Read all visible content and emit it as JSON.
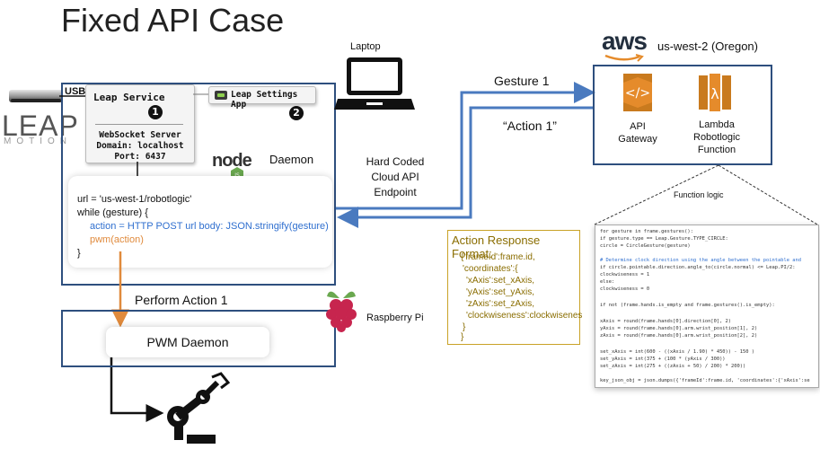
{
  "title": "Fixed API Case",
  "laptop": {
    "label": "Laptop",
    "usb_label": "USB"
  },
  "leap_motion": {
    "logo_text": "LEAP",
    "logo_subtext": "MOTION"
  },
  "leap_service": {
    "label": "Leap Service",
    "badge": "1",
    "server_title": "WebSocket Server",
    "domain": "Domain: localhost",
    "port": "Port: 6437"
  },
  "leap_settings": {
    "label": "Leap Settings App",
    "badge": "2"
  },
  "daemon": {
    "node_logo": "node",
    "label": "Daemon"
  },
  "code": {
    "line1": "url = 'us-west-1/robotlogic'",
    "line2": "while (gesture) {",
    "line3": "action = HTTP POST url body: JSON.stringify(gesture)",
    "line4": "pwm(action)",
    "line5": "}"
  },
  "endpoint_label": {
    "line1": "Hard Coded",
    "line2": "Cloud API",
    "line3": "Endpoint"
  },
  "gesture_label": "Gesture 1",
  "action_label": "“Action 1”",
  "aws": {
    "logo": "aws",
    "region": "us-west-2 (Oregon)",
    "api_gateway": {
      "line1": "API",
      "line2": "Gateway"
    },
    "lambda": {
      "line1": "Lambda",
      "line2": "Robotlogic",
      "line3": "Function"
    }
  },
  "function_logic_label": "Function logic",
  "response": {
    "title": "Action Response Format:",
    "lines": [
      "{'frameId':frame.id,",
      " 'coordinates':{",
      "  'xAxis':set_xAxis,",
      "  'yAxis':set_yAxis,",
      "  'zAxis':set_zAxis,",
      "  'clockwiseness':clockwisenes",
      " }",
      "}"
    ]
  },
  "perform_label": "Perform Action 1",
  "raspberry_label": "Raspberry Pi",
  "pwm_daemon_label": "PWM Daemon",
  "function_code": [
    "for gesture in frame.gestures():",
    "    if gesture.type == Leap.Gesture.TYPE_CIRCLE:",
    "        circle = CircleGesture(gesture)",
    "",
    "        # Determine clock direction using the angle between the pointable and",
    "        if circle.pointable.direction.angle_to(circle.normal) <= Leap.PI/2:",
    "            clockwiseness = 1",
    "        else:",
    "            clockwiseness = 0",
    "",
    "if not (frame.hands.is_empty and frame.gestures().is_empty):",
    "",
    "    xAxis = round(frame.hands[0].direction[0], 2)",
    "    yAxis = round(frame.hands[0].arm.wrist_position[1], 2)",
    "    zAxis = round(frame.hands[0].arm.wrist_position[2], 2)",
    "",
    "    set_xAxis = int(600 - ((xAxis / 1.90) * 450)) - 150 )",
    "    set_yAxis = int(375 + (100 * (yAxis / 300))",
    "    set_zAxis = int(275 + ((zAxis + 50) / 200) * 200))",
    "",
    "    key_json_obj = json.dumps({'frameId':frame.id, 'coordinates':{'xAxis':se"
  ],
  "colors": {
    "box_border": "#2e4f7e",
    "arrow_blue": "#4a7abf",
    "arrow_orange": "#e08a3c",
    "code_blue": "#2f6fcf",
    "code_orange": "#e08a3c",
    "response_text": "#8a6d00",
    "aws_orange": "#e58b2b"
  }
}
